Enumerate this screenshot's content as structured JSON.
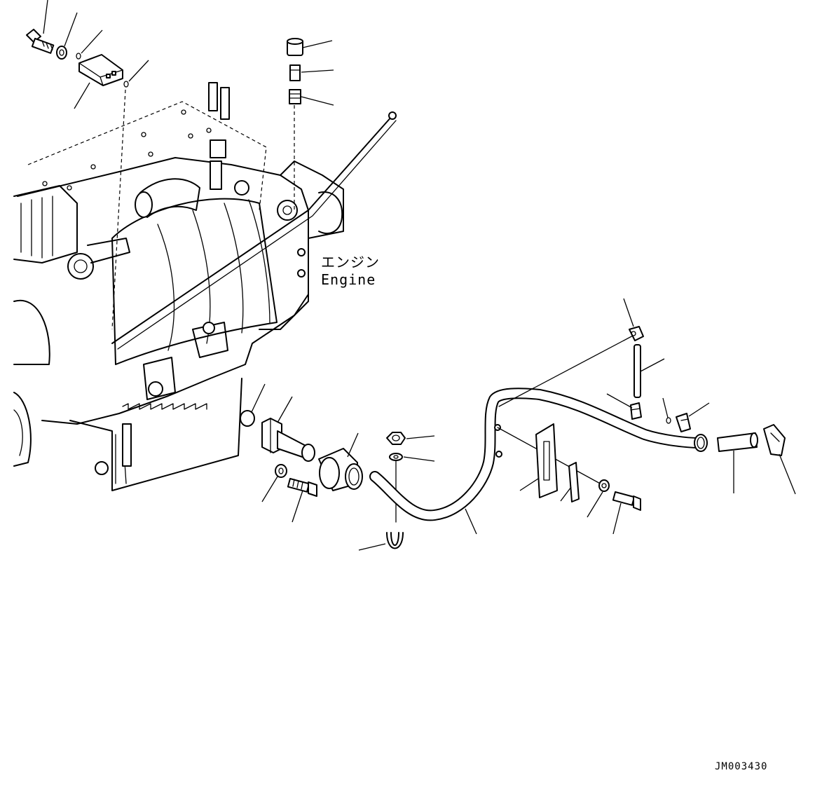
{
  "diagram": {
    "engine_label_ja": "エンジン",
    "engine_label_en": "Engine",
    "drawing_number": "JM003430"
  }
}
